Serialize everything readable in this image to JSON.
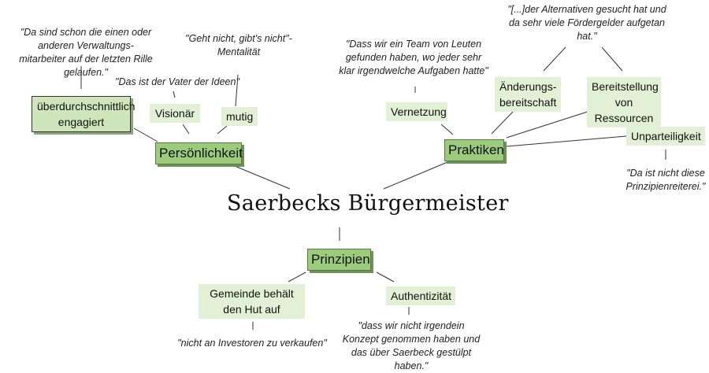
{
  "center_title": "Saerbecks Bürgermeister",
  "branches": {
    "persoenlichkeit": {
      "label": "Persönlichkeit",
      "children": {
        "engagiert": {
          "label": "überdurchschnittlich engagiert",
          "quote": "\"Da sind schon die einen oder anderen Verwaltungs-mitarbeiter auf der letzten Rille gelaufen.\""
        },
        "visionaer": {
          "label": "Visionär",
          "quote": "\"Das ist der Vater der Ideen\""
        },
        "mutig": {
          "label": "mutig",
          "quote": "\"Geht nicht, gibt's nicht\"-Mentalität"
        }
      }
    },
    "praktiken": {
      "label": "Praktiken",
      "children": {
        "vernetzung": {
          "label": "Vernetzung",
          "quote": "\"Dass wir ein Team von Leuten gefunden haben, wo jeder sehr klar irgendwelche Aufgaben hatte\""
        },
        "aenderung": {
          "label": "Änderungs-bereitschaft"
        },
        "ressourcen": {
          "label": "Bereitstellung von Ressourcen"
        },
        "shared_quote": "\"[...]der Alternativen gesucht hat und da sehr viele Fördergelder aufgetan hat.\"",
        "unparteilichkeit": {
          "label": "Unparteiligkeit",
          "quote": "\"Da ist nicht diese Prinzipienreiterei.\""
        }
      }
    },
    "prinzipien": {
      "label": "Prinzipien",
      "children": {
        "hut": {
          "label": "Gemeinde behält den Hut auf",
          "quote": "\"nicht an Investoren zu verkaufen\""
        },
        "authentizitaet": {
          "label": "Authentizität",
          "quote": "\"dass wir nicht irgendein Konzept genommen haben und das über Saerbeck gestülpt haben.\""
        }
      }
    }
  }
}
